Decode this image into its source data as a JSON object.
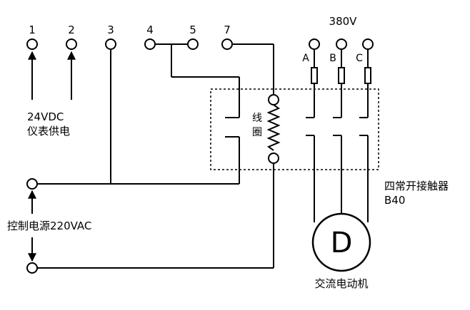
{
  "terminals": [
    "1",
    "2",
    "3",
    "4",
    "5",
    "7"
  ],
  "supply": {
    "voltage_label": "380V",
    "phases": [
      "A",
      "B",
      "C"
    ]
  },
  "labels": {
    "dc_supply_line1": "24VDC",
    "dc_supply_line2": "仪表供电",
    "control_power": "控制电源220VAC",
    "coil_line1": "线",
    "coil_line2": "圈",
    "contactor_line1": "四常开接触器",
    "contactor_line2": "B40",
    "motor_symbol": "D",
    "motor_label": "交流电动机"
  },
  "colors": {
    "line": "#000000",
    "background": "#ffffff"
  }
}
